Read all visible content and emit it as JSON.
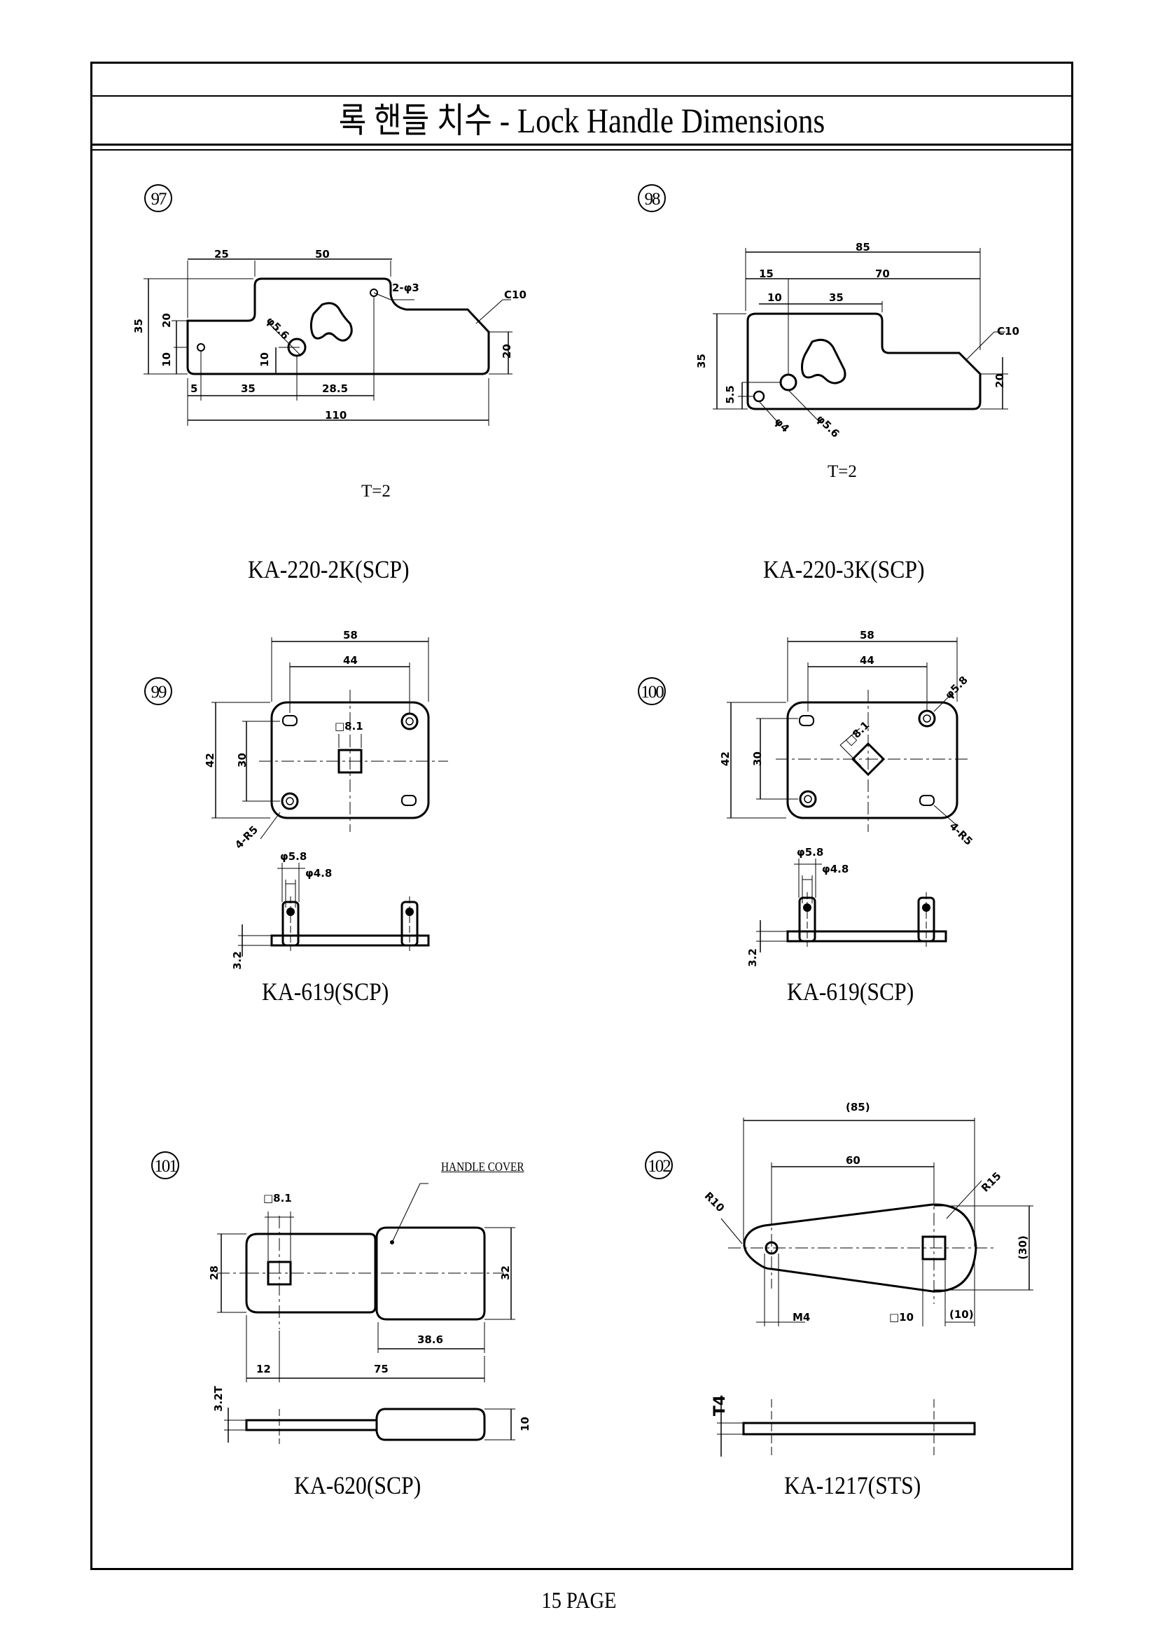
{
  "title": "록 핸들 치수 - Lock Handle Dimensions",
  "footer": "15 PAGE",
  "items": [
    {
      "number": "97",
      "model": "KA-220-2K(SCP)",
      "thickness": "T=2",
      "dims": {
        "d25": "25",
        "d50": "50",
        "holes": "2-φ3",
        "chamfer": "C10",
        "h35": "35",
        "h20": "20",
        "h10": "10",
        "phi": "φ5.6",
        "v10": "10",
        "r20": "20",
        "b5": "5",
        "b35": "35",
        "b285": "28.5",
        "total": "110"
      }
    },
    {
      "number": "98",
      "model": "KA-220-3K(SCP)",
      "thickness": "T=2",
      "dims": {
        "total": "85",
        "d15": "15",
        "d70": "70",
        "d10": "10",
        "d35": "35",
        "chamfer": "C10",
        "h35": "35",
        "h55": "5.5",
        "r20": "20",
        "phi4": "φ4",
        "phi56": "φ5.6"
      }
    },
    {
      "number": "99",
      "model": "KA-619(SCP)",
      "dims": {
        "w58": "58",
        "w44": "44",
        "sq": "□8.1",
        "h42": "42",
        "h30": "30",
        "r5": "4-R5",
        "phi58": "φ5.8",
        "phi48": "φ4.8",
        "t32": "3.2"
      }
    },
    {
      "number": "100",
      "model": "KA-619(SCP)",
      "dims": {
        "w58": "58",
        "w44": "44",
        "phi58": "φ5.8",
        "sq": "□8.1",
        "h42": "42",
        "h30": "30",
        "r5": "4-R5",
        "phi58b": "φ5.8",
        "phi48": "φ4.8",
        "t32": "3.2"
      }
    },
    {
      "number": "101",
      "model": "KA-620(SCP)",
      "dims": {
        "cover": "HANDLE COVER",
        "sq": "□8.1",
        "h28": "28",
        "h32": "32",
        "w386": "38.6",
        "w12": "12",
        "w75": "75",
        "t32": "3.2T",
        "h10": "10"
      }
    },
    {
      "number": "102",
      "model": "KA-1217(STS)",
      "dims": {
        "total": "(85)",
        "w60": "60",
        "r10": "R10",
        "r15": "R15",
        "h30": "(30)",
        "m4": "M4",
        "sq10": "□10",
        "w10": "(10)",
        "t4": "T4"
      }
    }
  ]
}
